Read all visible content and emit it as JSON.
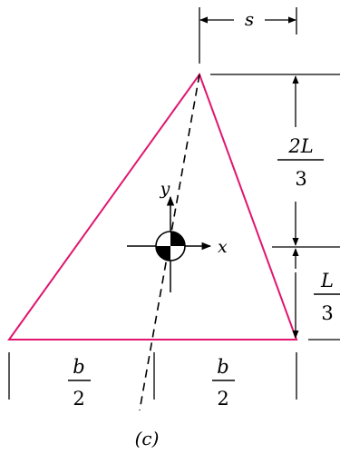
{
  "colors": {
    "triangle": "#e0166e",
    "ink": "#000000",
    "background": "#ffffff"
  },
  "labels": {
    "s": "s",
    "two_l_num": "2L",
    "three_a": "3",
    "l_num": "L",
    "three_b": "3",
    "b_left": "b",
    "two_left": "2",
    "b_right": "b",
    "two_right": "2",
    "x_axis": "x",
    "y_axis": "y",
    "caption": "(c)"
  },
  "icons": {
    "centroid": "centroid-symbol"
  }
}
